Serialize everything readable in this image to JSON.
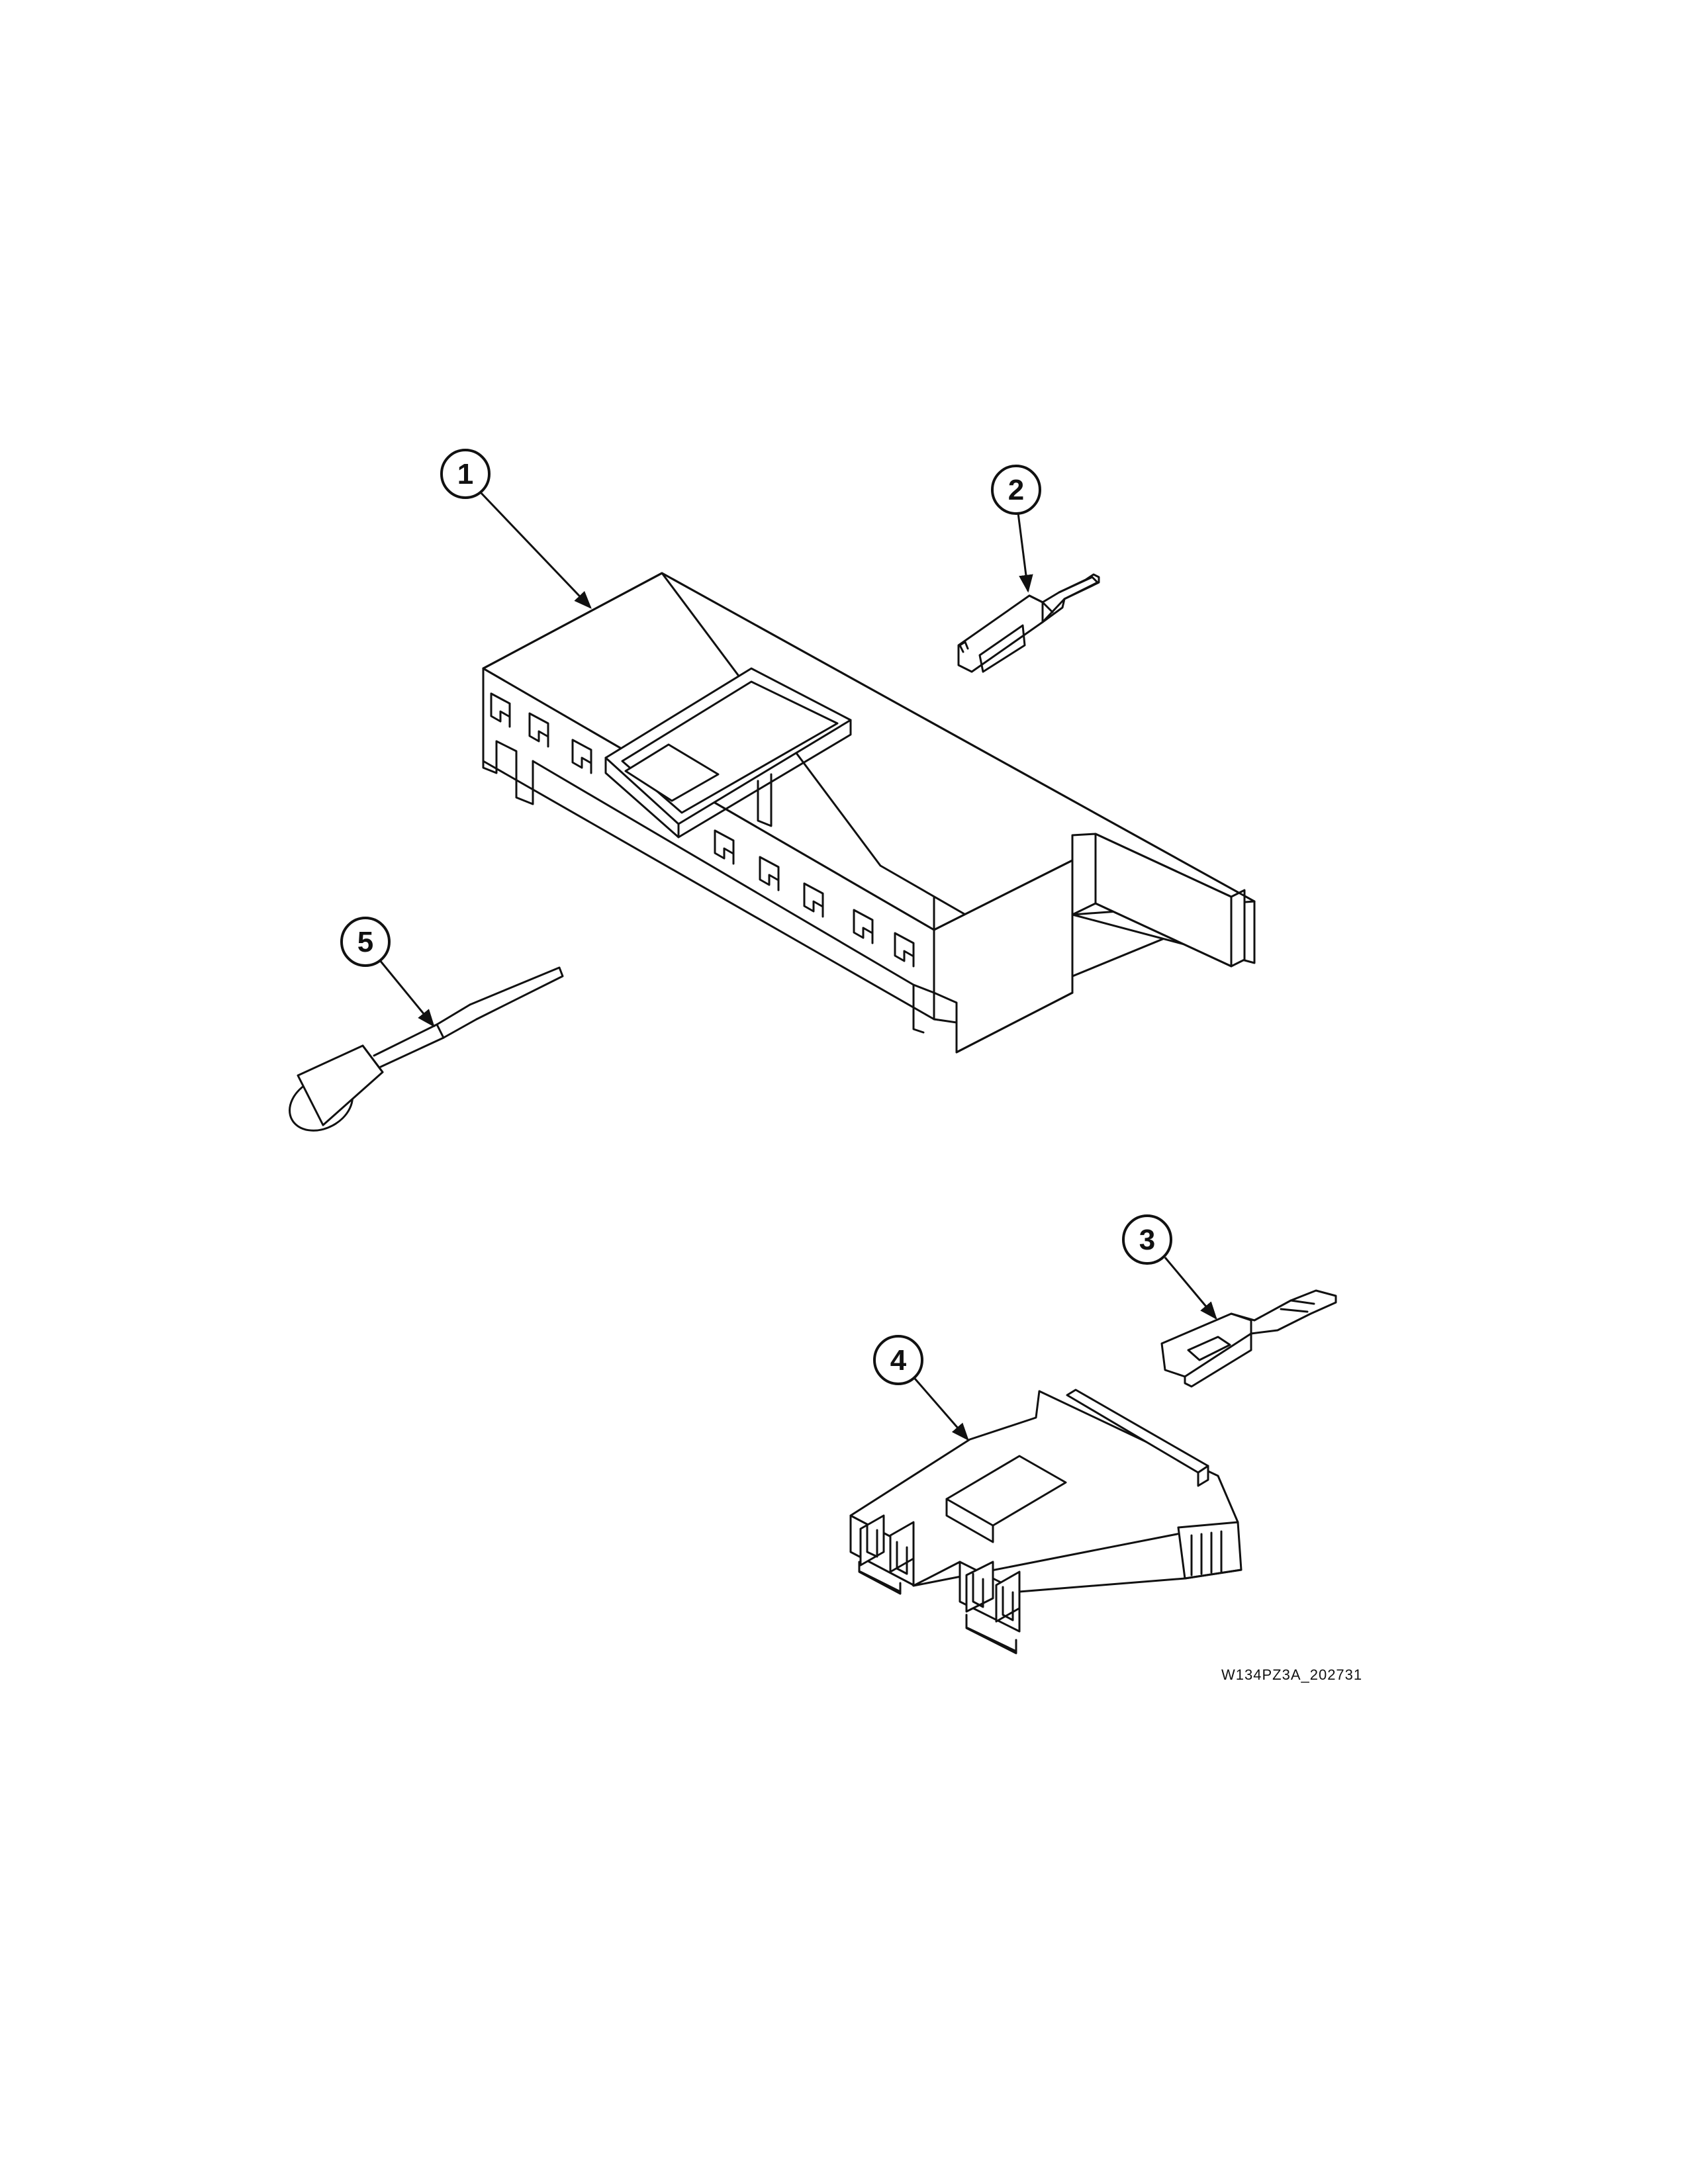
{
  "callouts": [
    {
      "id": "1",
      "label": "1"
    },
    {
      "id": "2",
      "label": "2"
    },
    {
      "id": "3",
      "label": "3"
    },
    {
      "id": "4",
      "label": "4"
    },
    {
      "id": "5",
      "label": "5"
    }
  ],
  "drawing_code": "W134PZ3A_202731"
}
